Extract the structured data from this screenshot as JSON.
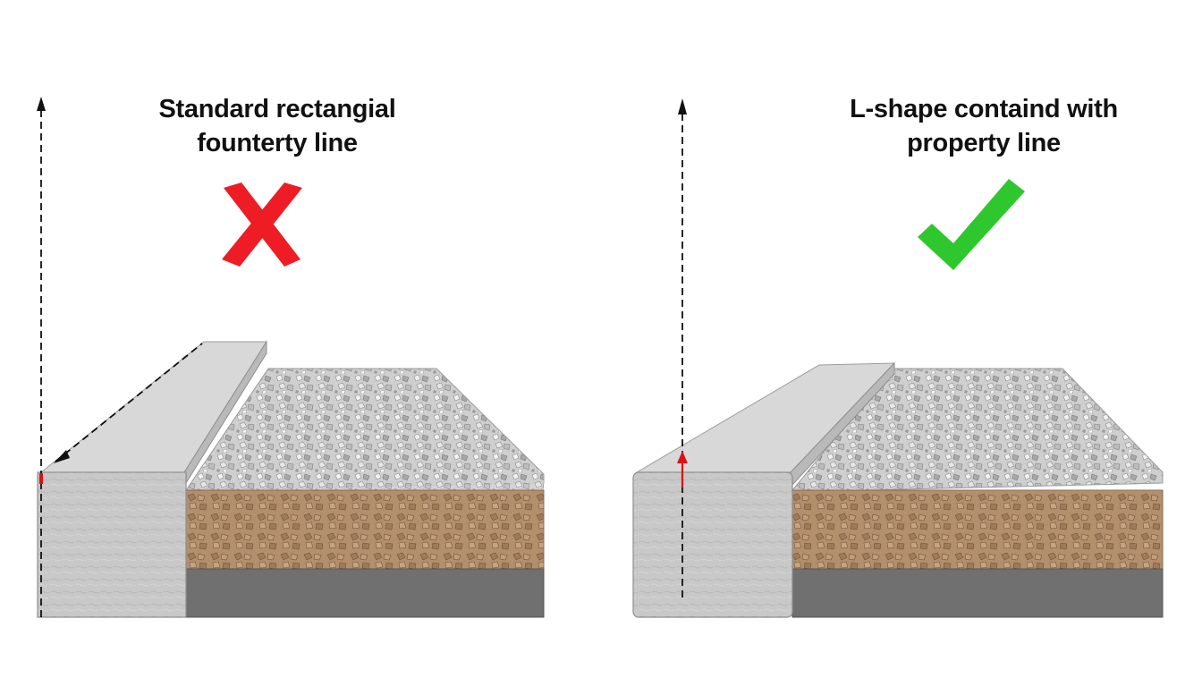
{
  "panels": [
    {
      "caption_lines": [
        "Standard rectangial",
        "founterty line"
      ],
      "verdict": "incorrect",
      "verdict_icon": "x-mark-icon",
      "verdict_color": "#ee1c24"
    },
    {
      "caption_lines": [
        "L-shape containd with",
        "property line"
      ],
      "verdict": "correct",
      "verdict_icon": "check-mark-icon",
      "verdict_color": "#33cc33"
    }
  ],
  "colors": {
    "curb_face": "#c9c9c9",
    "curb_top": "#d6d6d6",
    "gravel": "#c8c8c8",
    "soil": "#b38d6a",
    "base": "#6f6f6f",
    "marker": "#dd1111",
    "guide_line": "#111111"
  }
}
